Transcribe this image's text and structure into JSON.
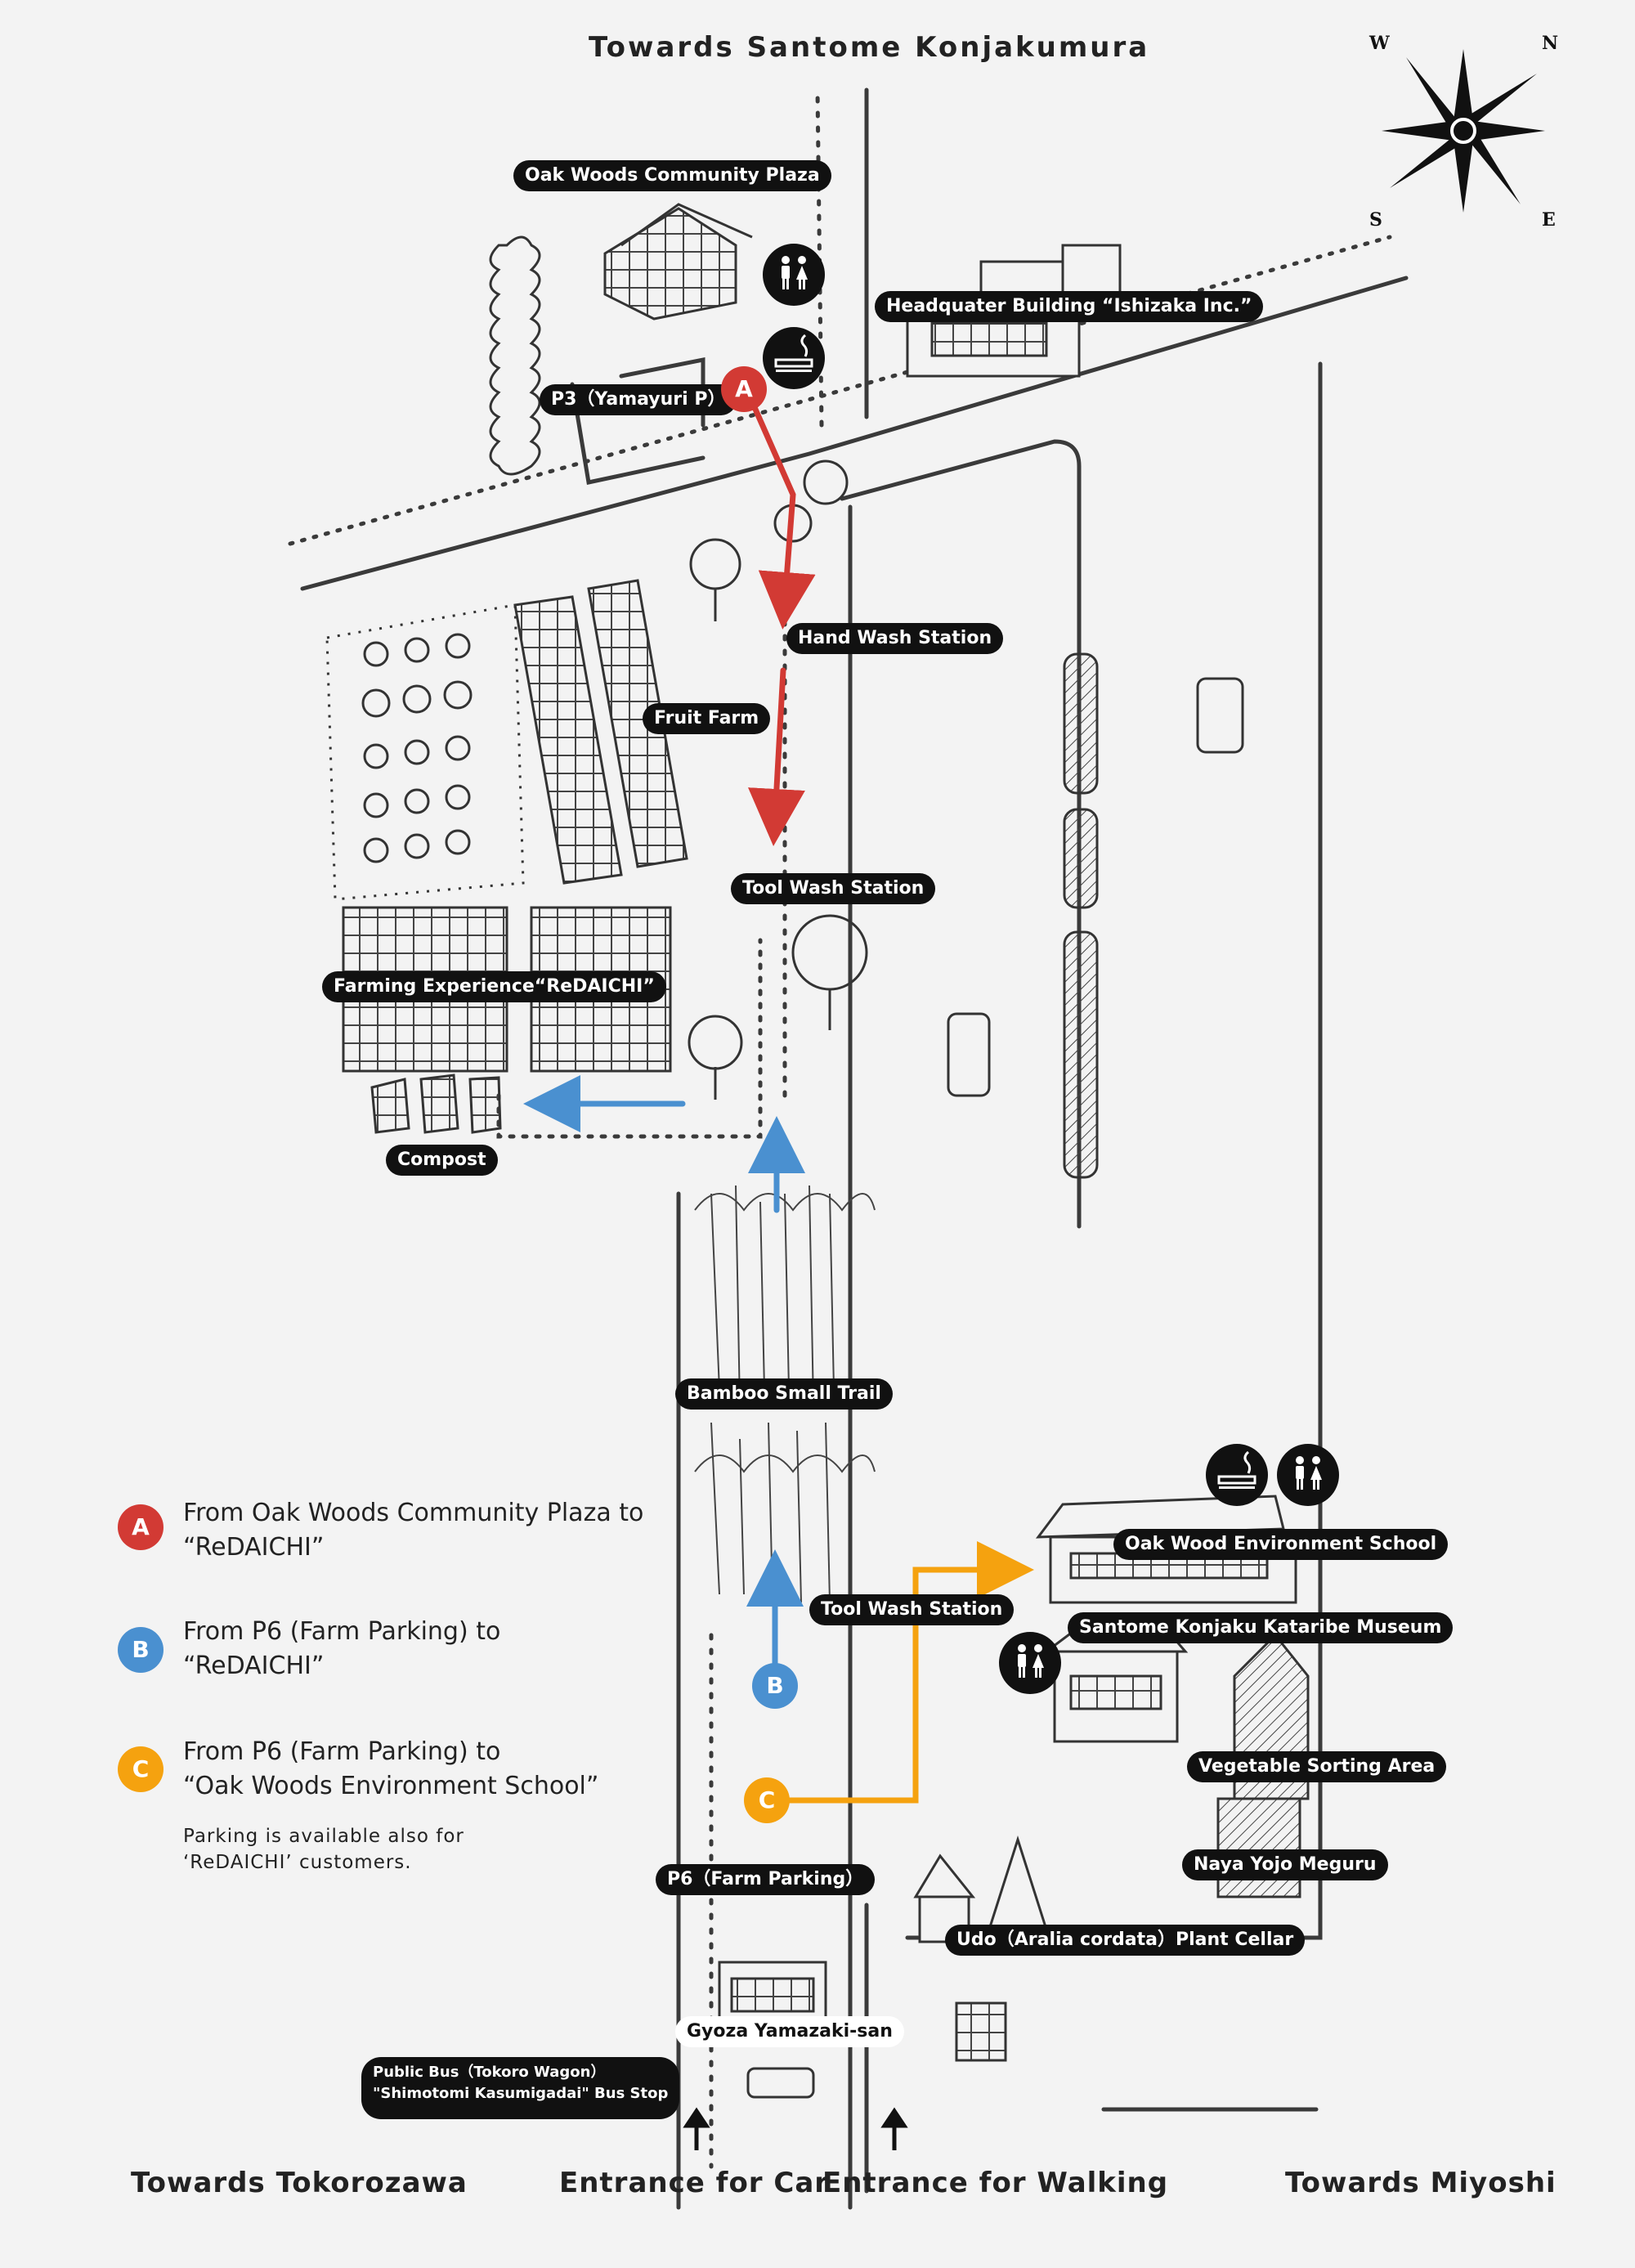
{
  "colors": {
    "route_a": "#d23a34",
    "route_b": "#4a90d0",
    "route_c": "#f5a20f",
    "sketch": "#3a3a3a",
    "label_bg": "#111111"
  },
  "header": {
    "title": "Towards Santome Konjakumura"
  },
  "compass": {
    "w": "W",
    "n": "N",
    "s": "S",
    "e": "E"
  },
  "edges": {
    "tokorozawa": "Towards Tokorozawa",
    "car": "Entrance for Car",
    "walking": "Entrance for Walking",
    "miyoshi": "Towards Miyoshi"
  },
  "places": {
    "oak_plaza": "Oak Woods Community Plaza",
    "headquarters": "Headquater Building “Ishizaka Inc.”",
    "p3": "P3（Yamayuri P）",
    "hand_wash": "Hand Wash Station",
    "fruit_farm": "Fruit Farm",
    "tool_wash_1": "Tool Wash Station",
    "farming": "Farming Experience“ReDAICHI”",
    "compost": "Compost",
    "bamboo": "Bamboo Small Trail",
    "env_school": "Oak Wood Environment School",
    "tool_wash_2": "Tool Wash Station",
    "museum": "Santome Konjaku Kataribe Museum",
    "veg_sort": "Vegetable Sorting Area",
    "naya": "Naya Yojo Meguru",
    "udo": "Udo（Aralia cordata）Plant Cellar",
    "p6": "P6（Farm Parking）",
    "gyoza": "Gyoza Yamazaki-san",
    "bus_line1": "Public Bus（Tokoro Wagon）",
    "bus_line2": "\"Shimotomi Kasumigadai\" Bus Stop"
  },
  "legend": {
    "items": [
      {
        "key": "A",
        "line1": "From Oak Woods Community Plaza to",
        "line2": "“ReDAICHI”"
      },
      {
        "key": "B",
        "line1": "From P6 (Farm Parking) to",
        "line2": "“ReDAICHI”"
      },
      {
        "key": "C",
        "line1": "From P6 (Farm Parking) to",
        "line2": "“Oak Woods Environment School”"
      }
    ],
    "note_line1": "Parking is available also for",
    "note_line2": "‘ReDAICHI’ customers."
  },
  "markers": {
    "a": "A",
    "b": "B",
    "c": "C"
  },
  "icons": [
    "restroom-icon",
    "smoking-area-icon"
  ]
}
